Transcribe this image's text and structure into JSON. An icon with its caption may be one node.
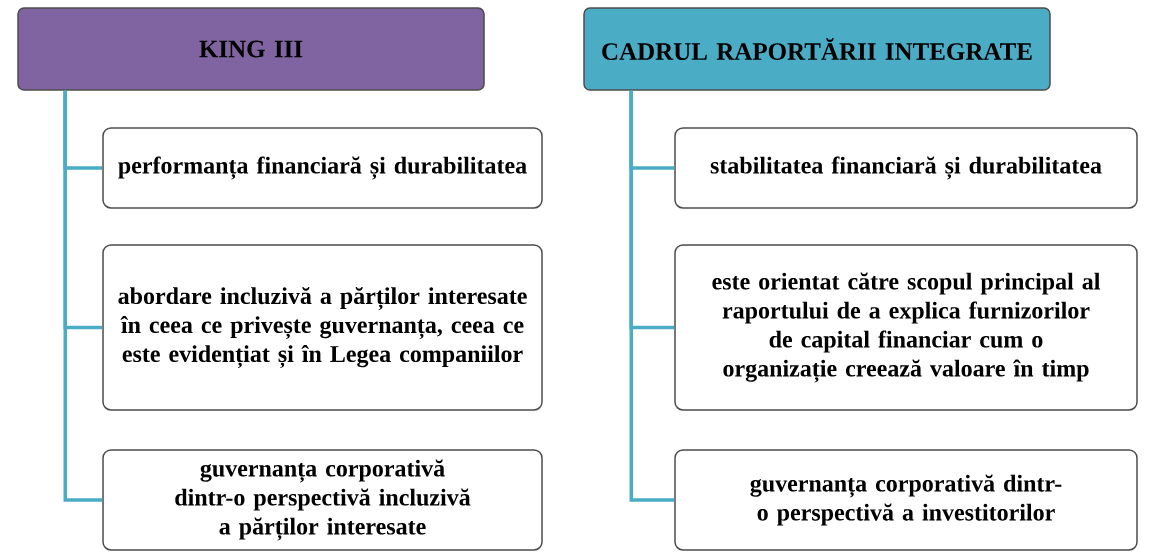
{
  "diagram": {
    "nodes": [
      {
        "text": [
          "KING III"
        ]
      },
      {
        "text": [
          "performanța financiară și durabilitatea"
        ]
      },
      {
        "text": [
          "abordare incluzivă a părților interesate în ceea ce privește guvernanța, ceea ce este evidențiat și în Legea companiilor"
        ]
      },
      {
        "text": [
          "guvernanța corporativă dintr-o perspectivă incluzivă a părților interesate"
        ]
      },
      {
        "text": [
          "CADRUL RAPORTĂRII INTEGRATE"
        ]
      },
      {
        "text": [
          "stabilitatea financiară și durabilitatea"
        ]
      },
      {
        "text": [
          "este orientat către scopul principal al raportului de a explica furnizorilor de capital financiar cum o organizație creează valoare în timp"
        ]
      },
      {
        "text": [
          "guvernanța corporativă dintr-o perspectivă a investitorilor"
        ]
      }
    ],
    "edges": [
      {
        "from": 0,
        "to": 1,
        "arrow": "none"
      },
      {
        "from": 0,
        "to": 2,
        "arrow": "none"
      },
      {
        "from": 0,
        "to": 3,
        "arrow": "none"
      },
      {
        "from": 4,
        "to": 5,
        "arrow": "none"
      },
      {
        "from": 4,
        "to": 6,
        "arrow": "none"
      },
      {
        "from": 4,
        "to": 7,
        "arrow": "none"
      }
    ]
  }
}
